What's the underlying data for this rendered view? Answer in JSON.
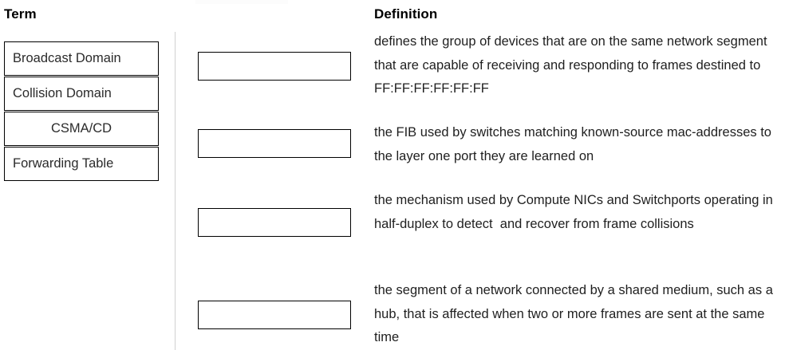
{
  "headings": {
    "term": "Term",
    "definition": "Definition"
  },
  "terms": [
    {
      "label": "Broadcast Domain",
      "align": "left"
    },
    {
      "label": "Collision Domain",
      "align": "left"
    },
    {
      "label": "CSMA/CD",
      "align": "center"
    },
    {
      "label": "Forwarding Table",
      "align": "left"
    }
  ],
  "drop_targets": [
    {
      "value": "",
      "placeholder": ""
    },
    {
      "value": "",
      "placeholder": ""
    },
    {
      "value": "",
      "placeholder": ""
    },
    {
      "value": "",
      "placeholder": ""
    }
  ],
  "definitions": [
    "defines the group of devices that are on the same network segment that are capable of receiving and responding to frames destined to FF:FF:FF:FF:FF:FF",
    "the FIB used by switches matching known-source mac-addresses to the layer one port they are learned on",
    "the mechanism used by Compute NICs and Switchports operating in half-duplex to detect  and recover from frame collisions",
    "the segment of a network connected by a shared medium, such as a hub, that is affected when two or more frames are sent at the same time"
  ],
  "colors": {
    "background": "#ffffff",
    "text": "#1f1f1f",
    "heading": "#000000",
    "border": "#000000",
    "divider": "#d0d0d0"
  }
}
